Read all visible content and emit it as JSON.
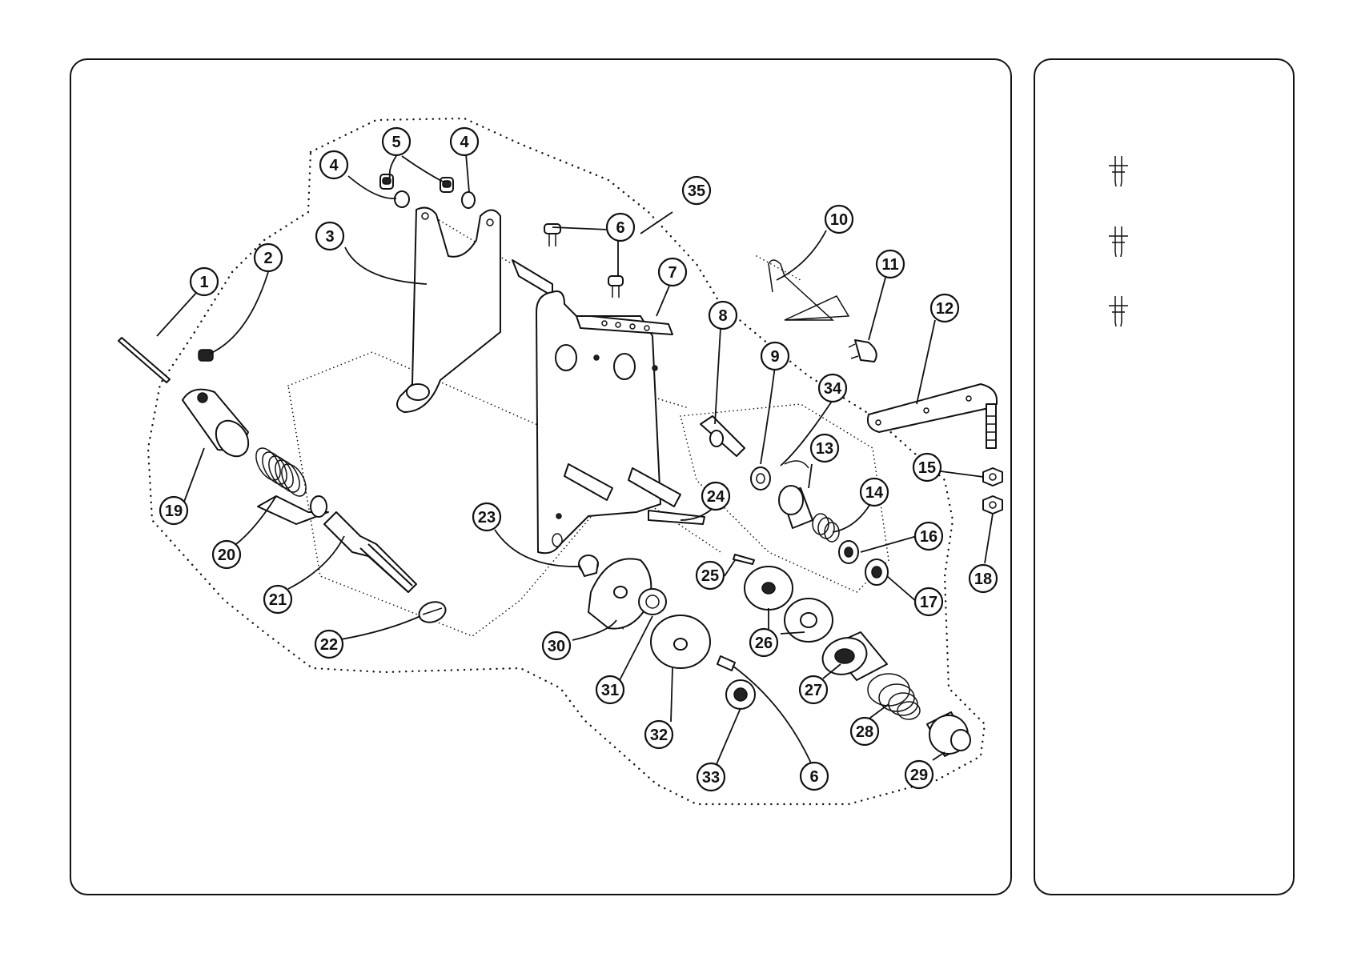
{
  "diagram": {
    "callouts": [
      {
        "id": "c1",
        "label": "1"
      },
      {
        "id": "c2",
        "label": "2"
      },
      {
        "id": "c3",
        "label": "3"
      },
      {
        "id": "c4a",
        "label": "4"
      },
      {
        "id": "c4b",
        "label": "4"
      },
      {
        "id": "c5",
        "label": "5"
      },
      {
        "id": "c6a",
        "label": "6"
      },
      {
        "id": "c6b",
        "label": "6"
      },
      {
        "id": "c7",
        "label": "7"
      },
      {
        "id": "c8",
        "label": "8"
      },
      {
        "id": "c9",
        "label": "9"
      },
      {
        "id": "c10",
        "label": "10"
      },
      {
        "id": "c11",
        "label": "11"
      },
      {
        "id": "c12",
        "label": "12"
      },
      {
        "id": "c13",
        "label": "13"
      },
      {
        "id": "c14",
        "label": "14"
      },
      {
        "id": "c15",
        "label": "15"
      },
      {
        "id": "c16",
        "label": "16"
      },
      {
        "id": "c17",
        "label": "17"
      },
      {
        "id": "c18",
        "label": "18"
      },
      {
        "id": "c19",
        "label": "19"
      },
      {
        "id": "c20",
        "label": "20"
      },
      {
        "id": "c21",
        "label": "21"
      },
      {
        "id": "c22",
        "label": "22"
      },
      {
        "id": "c23",
        "label": "23"
      },
      {
        "id": "c24",
        "label": "24"
      },
      {
        "id": "c25",
        "label": "25"
      },
      {
        "id": "c26",
        "label": "26"
      },
      {
        "id": "c27",
        "label": "27"
      },
      {
        "id": "c28",
        "label": "28"
      },
      {
        "id": "c29",
        "label": "29"
      },
      {
        "id": "c30",
        "label": "30"
      },
      {
        "id": "c31",
        "label": "31"
      },
      {
        "id": "c32",
        "label": "32"
      },
      {
        "id": "c33",
        "label": "33"
      },
      {
        "id": "c34",
        "label": "34"
      },
      {
        "id": "c35",
        "label": "35"
      }
    ]
  },
  "side_panel": {
    "needle_symbols": [
      {
        "icon": "double-needle-icon"
      },
      {
        "icon": "double-needle-icon"
      },
      {
        "icon": "double-needle-icon"
      }
    ]
  },
  "colors": {
    "ink": "#111111",
    "paper": "#ffffff"
  }
}
